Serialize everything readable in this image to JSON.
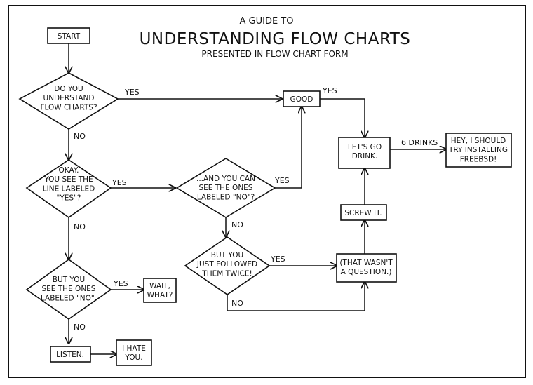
{
  "title": {
    "line1": "A GUIDE TO",
    "line2": "UNDERSTANDING FLOW CHARTS",
    "line3": "PRESENTED IN FLOW CHART FORM"
  },
  "nodes": {
    "start": [
      "START"
    ],
    "q_understand": [
      "DO YOU",
      "UNDERSTAND",
      "FLOW CHARTS?"
    ],
    "q_see_yes": [
      "OKAY.",
      "YOU SEE THE",
      "LINE LABELED",
      "\"YES\"?"
    ],
    "q_see_no_left": [
      "BUT YOU",
      "SEE THE ONES",
      "LABELED \"NO\"."
    ],
    "wait_what": [
      "WAIT,",
      "WHAT?"
    ],
    "listen": [
      "LISTEN."
    ],
    "i_hate_you": [
      "I HATE",
      "YOU."
    ],
    "q_see_no_mid": [
      "...AND YOU CAN",
      "SEE THE ONES",
      "LABELED \"NO\"?"
    ],
    "q_followed_twice": [
      "BUT YOU",
      "JUST FOLLOWED",
      "THEM TWICE!"
    ],
    "good": [
      "GOOD"
    ],
    "lets_go_drink": [
      "LET'S GO",
      "DRINK."
    ],
    "freebsd": [
      "HEY, I SHOULD",
      "TRY INSTALLING",
      "FREEBSD!"
    ],
    "screw_it": [
      "SCREW IT."
    ],
    "not_a_question": [
      "(THAT WASN'T",
      "A QUESTION.)"
    ]
  },
  "edge_labels": {
    "yes": "YES",
    "no": "NO",
    "six_drinks": "6 DRINKS"
  }
}
